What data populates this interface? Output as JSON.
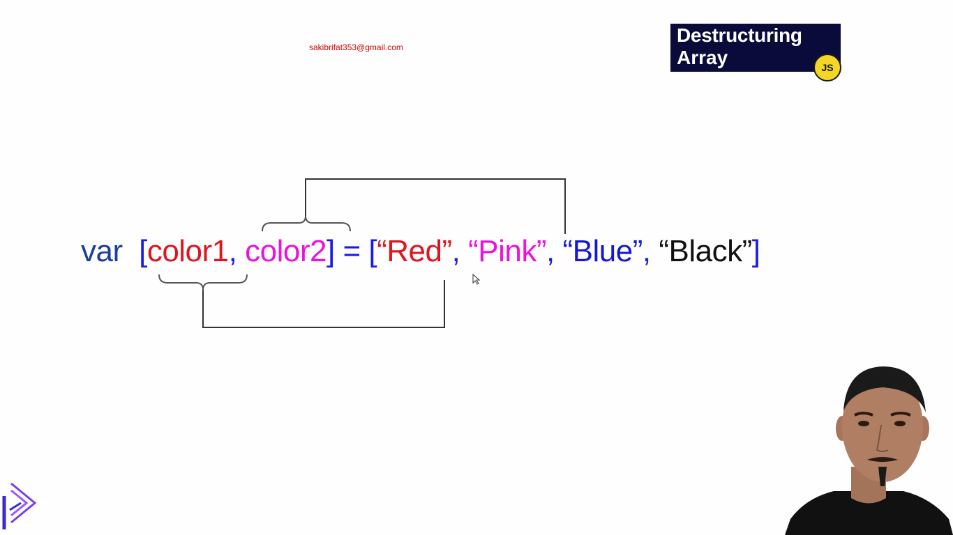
{
  "watermark": {
    "email": "sakibrifat353@gmail.com"
  },
  "title_card": {
    "line1": "Destructuring",
    "line2": "Array",
    "badge": "JS"
  },
  "code": {
    "keyword": "var",
    "open_bracket_left": "[",
    "var1": "color1",
    "comma1": ",",
    "var2": "color2",
    "close_bracket_left": "]",
    "equals": "=",
    "open_bracket_right": "[",
    "str1": "“Red”",
    "comma2": ",",
    "str2": "“Pink”",
    "comma3": ",",
    "str3": "“Blue”",
    "comma4": ",",
    "str4": "“Black”",
    "close_bracket_right": "]"
  },
  "colors": {
    "keyword": "#1c3f9a",
    "red": "#e0141e",
    "pink": "#ee10dd",
    "blue": "#1418d6",
    "black": "#111111",
    "title_bg": "#0b0b3b",
    "badge": "#f3d626",
    "email": "#cc0000"
  },
  "icons": {
    "logo": "play-logo-icon",
    "cursor": "mouse-cursor-icon",
    "presenter": "presenter-webcam"
  }
}
